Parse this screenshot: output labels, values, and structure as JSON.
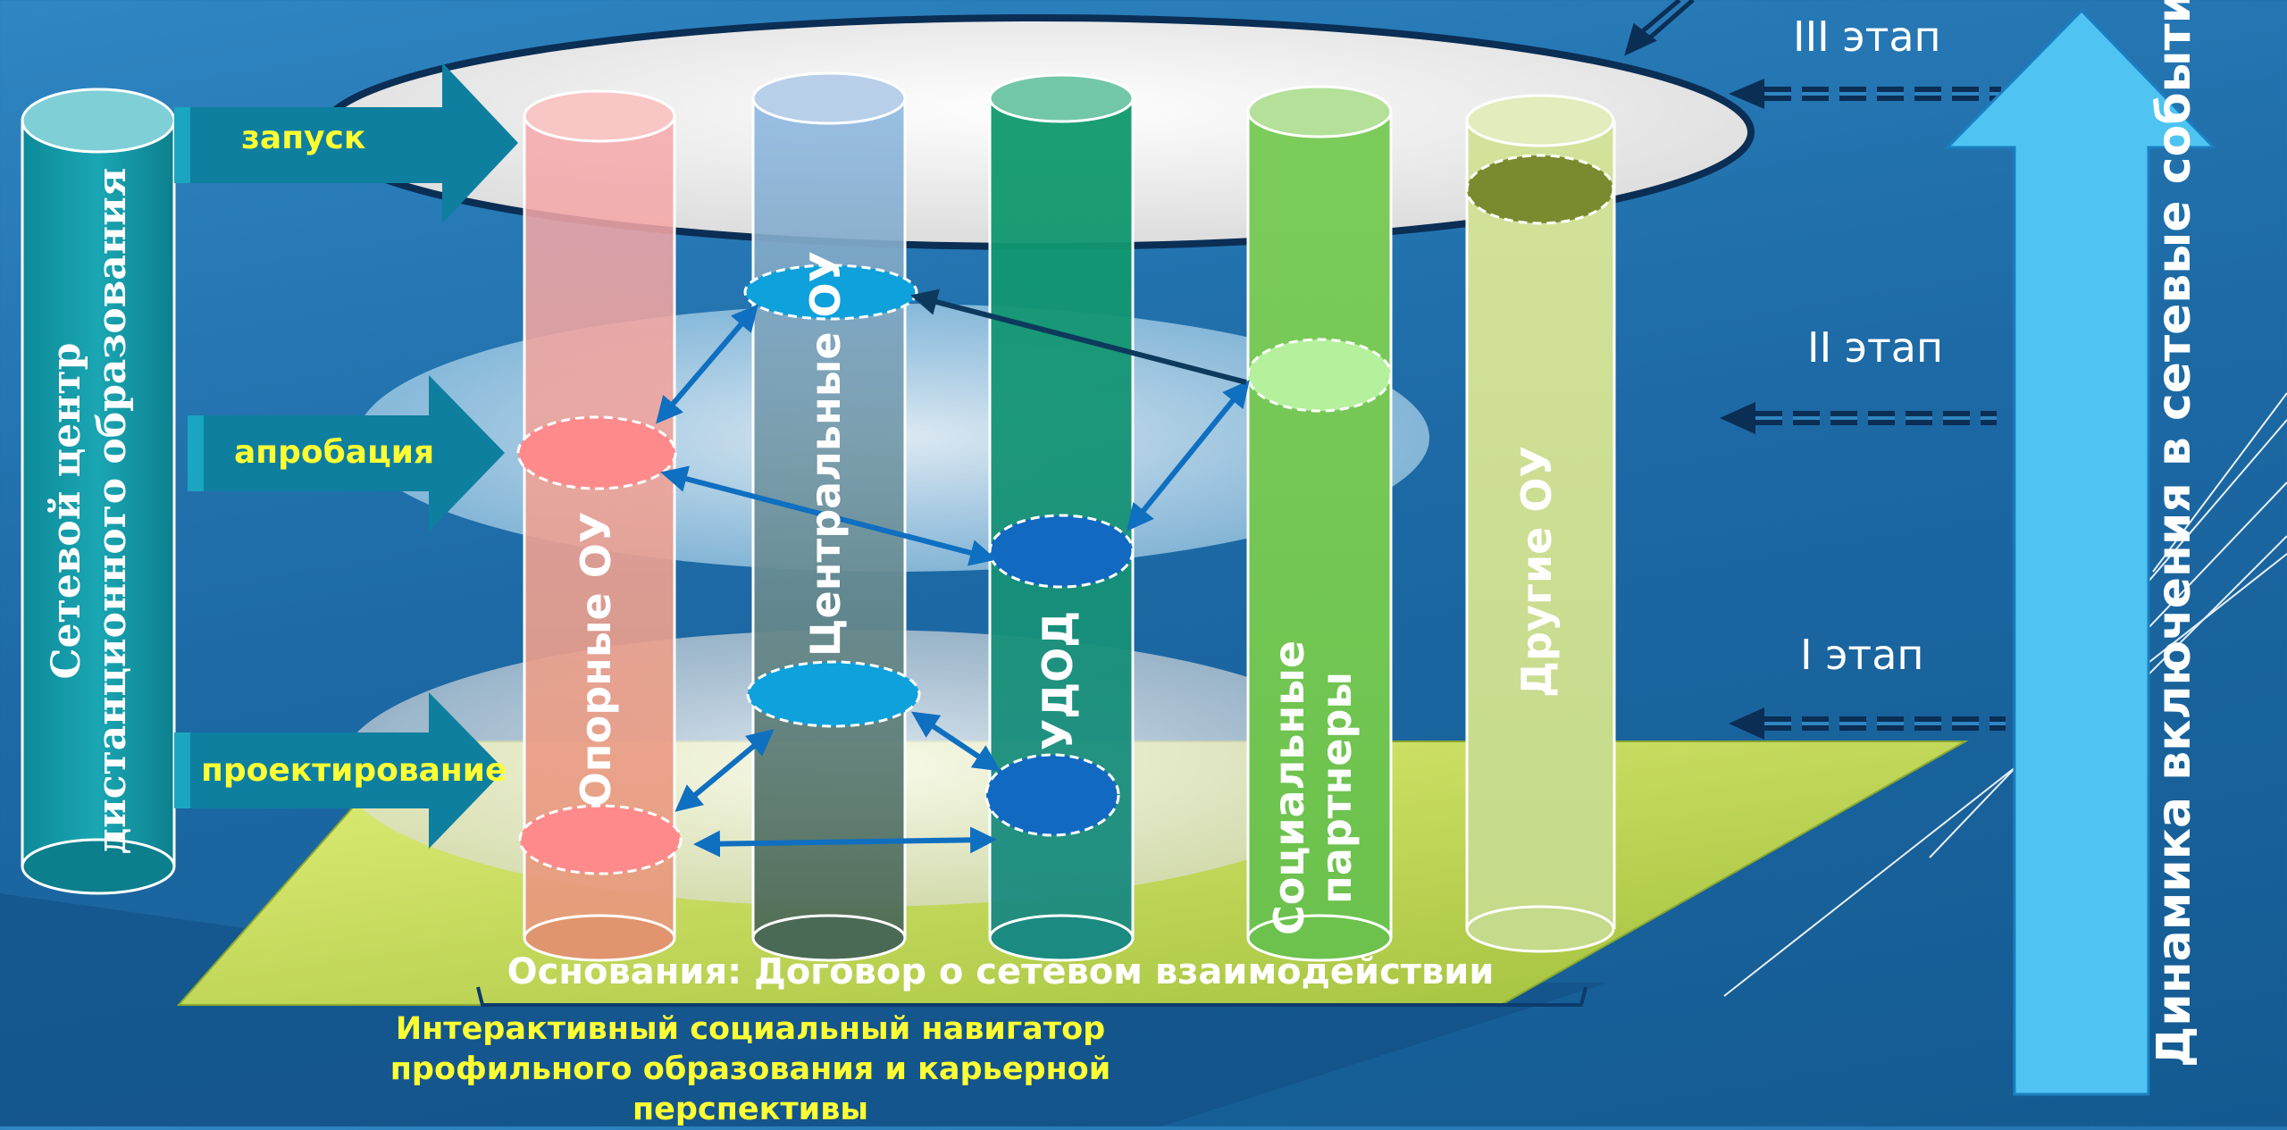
{
  "left_column": {
    "line1": "Сетевой центр",
    "line2": "дистанционного образования"
  },
  "phases": {
    "launch": "запуск",
    "testing": "апробация",
    "design": "проектирование"
  },
  "columns": {
    "support": "Опорные ОУ",
    "central": "Центральные ОУ",
    "udod": "УДОД",
    "social_line1": "Социальные",
    "social_line2": "партнеры",
    "other": "Другие ОУ"
  },
  "stages": {
    "stage3": "III этап",
    "stage2": "II этап",
    "stage1": "I этап"
  },
  "dynamics_label": "Динамика включения в сетевые события",
  "base_label": "Основания: Договор о сетевом взаимодействии",
  "navigator": {
    "line1": "Интерактивный социальный навигатор",
    "line2": "профильного образования и карьерной",
    "line3": "перспективы"
  },
  "colors": {
    "background": "#1d6aa6",
    "phase_text": "#ffff33",
    "arrow_blue": "#0f6fc0",
    "big_arrow": "#4fc4f2",
    "base_plane": "#c8dd6a"
  }
}
